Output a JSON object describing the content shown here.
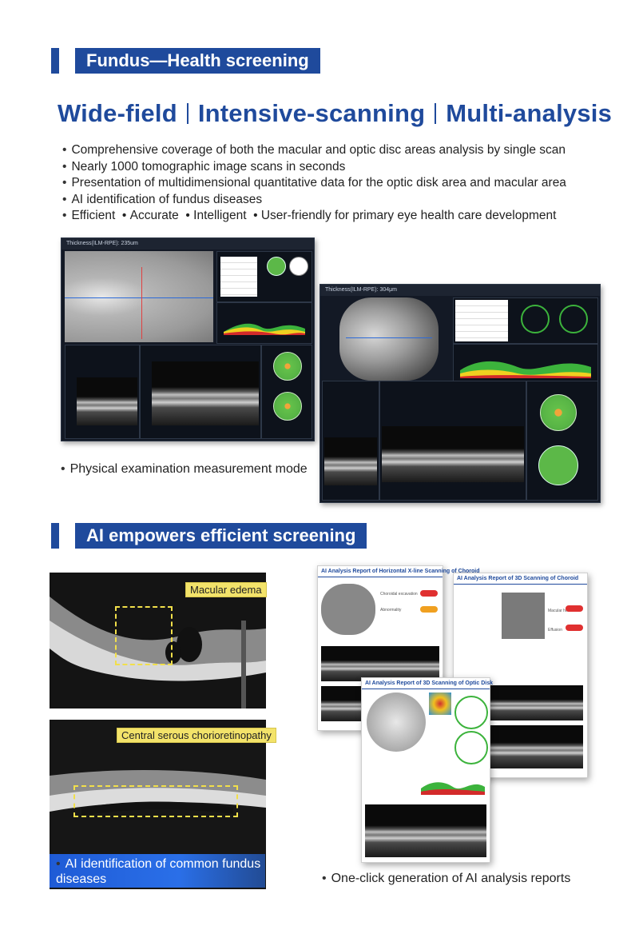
{
  "section1": {
    "title": "Fundus—Health screening",
    "headline": {
      "parts": [
        "Wide-field",
        "Intensive-scanning",
        "Multi-analysis"
      ]
    },
    "bullets": [
      "Comprehensive coverage of both the macular and optic disc areas analysis by single scan",
      "Nearly 1000 tomographic image scans in seconds",
      "Presentation of multidimensional quantitative data for the optic disk area and macular area",
      "AI identification of fundus diseases",
      "Efficient  • Accurate  • Intelligent  • User-friendly for primary eye health care development"
    ],
    "screen1": {
      "topbar": "Thickness(ILM-RPE): 235um"
    },
    "screen2": {
      "topbar": "Thickness(ILM-RPE): 304μm"
    },
    "caption": "Physical examination measurement mode"
  },
  "section2": {
    "title": "AI empowers efficient screening",
    "oct1_tag": "Macular edema",
    "oct2_tag": "Central serous chorioretinopathy",
    "banner": "AI identification of common fundus diseases",
    "reports": [
      {
        "title": "AI Analysis Report of Horizontal X-line Scanning of Choroid",
        "row1": "Choroidal excavation",
        "row2": "Abnormality"
      },
      {
        "title": "AI Analysis Report of 3D Scanning of Choroid",
        "row1": "Macular hole",
        "row2": "Effusion"
      },
      {
        "title": "AI Analysis Report of 3D Scanning of Optic Disk"
      }
    ],
    "caption": "One-click generation of AI analysis reports"
  },
  "colors": {
    "brand_blue": "#1f4a9c",
    "tag_yellow": "#f3e36a",
    "banner_blue": "#2a6fe8"
  }
}
